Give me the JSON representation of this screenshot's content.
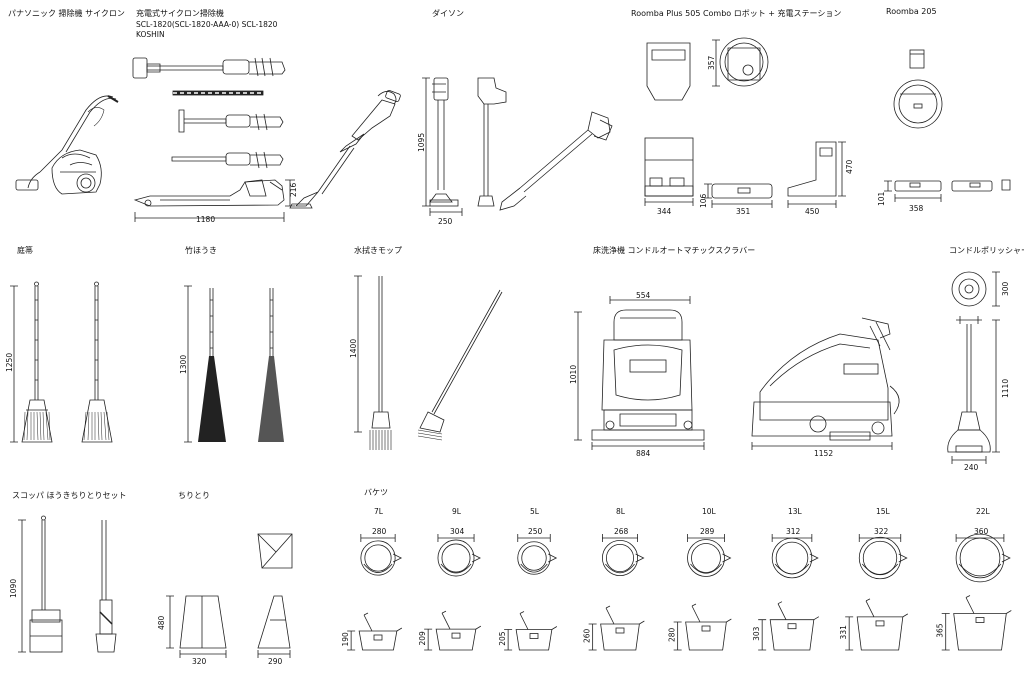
{
  "sections": {
    "panasonic": "パナソニック 掃除機 サイクロン",
    "koshin_title": "充電式サイクロン掃除機",
    "koshin_model": "SCL-1820(SCL-1820-AAA-0) SCL-1820",
    "koshin_maker": "KOSHIN",
    "dyson": "ダイソン",
    "roomba505": "Roomba Plus 505 Combo ロボット + 充電ステーション",
    "roomba205": "Roomba 205",
    "niwabouki": "庭箒",
    "take": "竹ほうき",
    "mop": "水拭きモップ",
    "scrubber": "床洗浄機 コンドルオートマチックスクラバー",
    "polisher": "コンドルポリッシャー",
    "scoop": "スコッパ ほうきちりとりセット",
    "chiritori": "ちりとり",
    "bucket": "バケツ"
  },
  "dimensions": {
    "koshin_w": "1180",
    "koshin_h": "216",
    "dyson_h": "1095",
    "dyson_w": "250",
    "r505_h": "357",
    "r505_base_w": "344",
    "r505_base_h": "106",
    "r505_robot_w": "351",
    "r505_station_w": "450",
    "r505_station_h": "470",
    "r205_h": "101",
    "r205_w": "358",
    "niwa_h": "1250",
    "take_h": "1300",
    "mop_h": "1400",
    "scrub_h": "1010",
    "scrub_w_top": "554",
    "scrub_w_front": "884",
    "scrub_w_side": "1152",
    "pol_top": "300",
    "pol_h": "1110",
    "pol_w": "240",
    "scoop_h": "1090",
    "chiri_h": "480",
    "chiri_w1": "320",
    "chiri_w2": "290"
  },
  "buckets": [
    {
      "cap": "7L",
      "w": "280",
      "h": "190"
    },
    {
      "cap": "9L",
      "w": "304",
      "h": "209"
    },
    {
      "cap": "5L",
      "w": "250",
      "h": "205"
    },
    {
      "cap": "8L",
      "w": "268",
      "h": "260"
    },
    {
      "cap": "10L",
      "w": "289",
      "h": "280"
    },
    {
      "cap": "13L",
      "w": "312",
      "h": "303"
    },
    {
      "cap": "15L",
      "w": "322",
      "h": "331"
    },
    {
      "cap": "22L",
      "w": "360",
      "h": "365"
    }
  ]
}
